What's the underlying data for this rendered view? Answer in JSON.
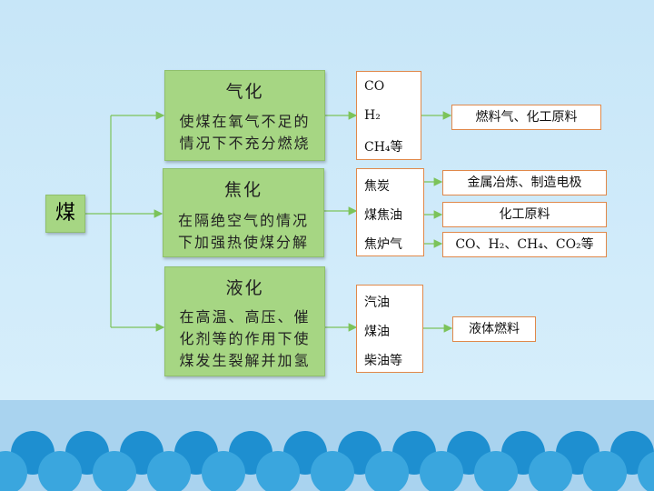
{
  "diagram": {
    "root": "煤",
    "processes": [
      {
        "title": "气化",
        "description": "使煤在氧气不足的情况下不充分燃烧",
        "products": [
          "CO",
          "H₂",
          "CH₄等"
        ],
        "uses": [
          "燃料气、化工原料"
        ]
      },
      {
        "title": "焦化",
        "description": "在隔绝空气的情况下加强热使煤分解",
        "products": [
          "焦炭",
          "煤焦油",
          "焦炉气"
        ],
        "uses": [
          "金属冶炼、制造电极",
          "化工原料",
          "CO、H₂、CH₄、CO₂等"
        ]
      },
      {
        "title": "液化",
        "description": "在高温、高压、催化剂等的作用下使煤发生裂解并加氢",
        "products": [
          "汽油",
          "煤油",
          "柴油等"
        ],
        "uses": [
          "液体燃料"
        ]
      }
    ]
  },
  "colors": {
    "process_box": "#a6d683",
    "connector": "#7cc35a",
    "result_border": "#e0884a",
    "background": "#cde9f9"
  }
}
